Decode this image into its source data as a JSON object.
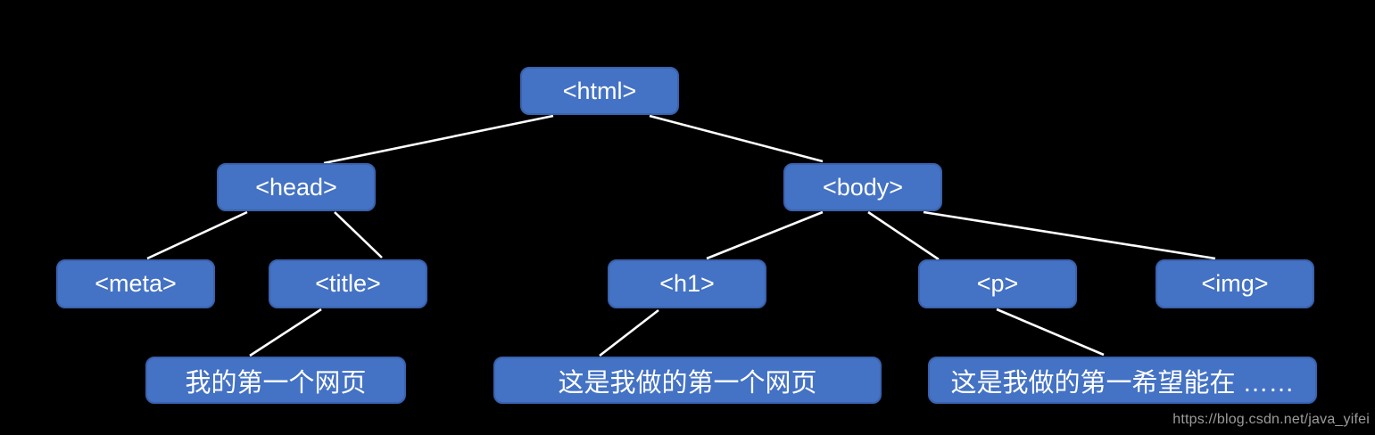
{
  "diagram": {
    "nodes": [
      {
        "id": "html",
        "label": "<html>"
      },
      {
        "id": "head",
        "label": "<head>"
      },
      {
        "id": "body",
        "label": "<body>"
      },
      {
        "id": "meta",
        "label": "<meta>"
      },
      {
        "id": "title",
        "label": "<title>"
      },
      {
        "id": "h1",
        "label": "<h1>"
      },
      {
        "id": "p",
        "label": "<p>"
      },
      {
        "id": "img",
        "label": "<img>"
      },
      {
        "id": "title-text",
        "label": "我的第一个网页"
      },
      {
        "id": "h1-text",
        "label": "这是我做的第一个网页"
      },
      {
        "id": "p-text",
        "label": "这是我做的第一希望能在 ……"
      }
    ],
    "edges": [
      [
        "html",
        "head"
      ],
      [
        "html",
        "body"
      ],
      [
        "head",
        "meta"
      ],
      [
        "head",
        "title"
      ],
      [
        "title",
        "title-text"
      ],
      [
        "body",
        "h1"
      ],
      [
        "body",
        "p"
      ],
      [
        "body",
        "img"
      ],
      [
        "h1",
        "h1-text"
      ],
      [
        "p",
        "p-text"
      ]
    ]
  },
  "watermark": "https://blog.csdn.net/java_yifei",
  "colors": {
    "background": "#000000",
    "box_fill": "#4472C4",
    "box_border": "#3A62AE",
    "box_text": "#FFFFFF",
    "connector": "#FFFFFF",
    "watermark_text": "#9B9B9B"
  }
}
